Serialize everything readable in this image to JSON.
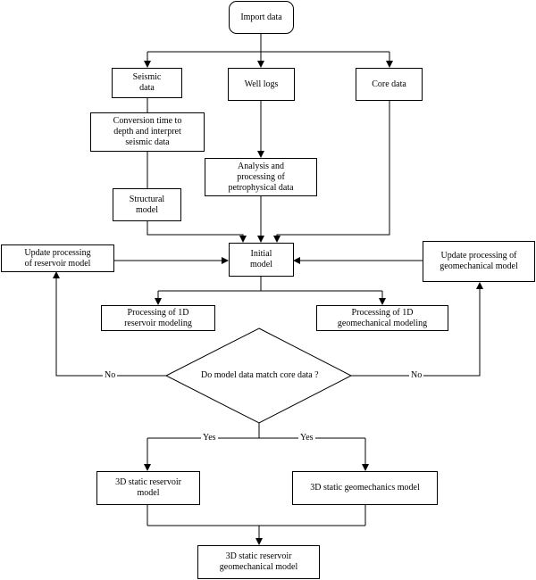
{
  "nodes": {
    "import": "Import data",
    "seismic": "Seismic\ndata",
    "welllogs": "Well logs",
    "core": "Core data",
    "conversion": "Conversion time to\ndepth and interpret\nseismic data",
    "analysis": "Analysis and\nprocessing of\npetrophysical data",
    "structural": "Structural\nmodel",
    "initial": "Initial\nmodel",
    "update_reservoir": "Update processing\nof reservoir model",
    "update_geomech": "Update processing of\ngeomechanical model",
    "proc_1d_reservoir": "Processing of 1D\nreservoir modeling",
    "proc_1d_geomech": "Processing of 1D\ngeomechanical modeling",
    "decision": "Do model data match core data ?",
    "static_reservoir": "3D static reservoir\nmodel",
    "static_geomech": "3D static geomechanics model",
    "final": "3D static reservoir\ngeomechanical model"
  },
  "edge_labels": {
    "no_left": "No",
    "no_right": "No",
    "yes_left": "Yes",
    "yes_right": "Yes"
  }
}
